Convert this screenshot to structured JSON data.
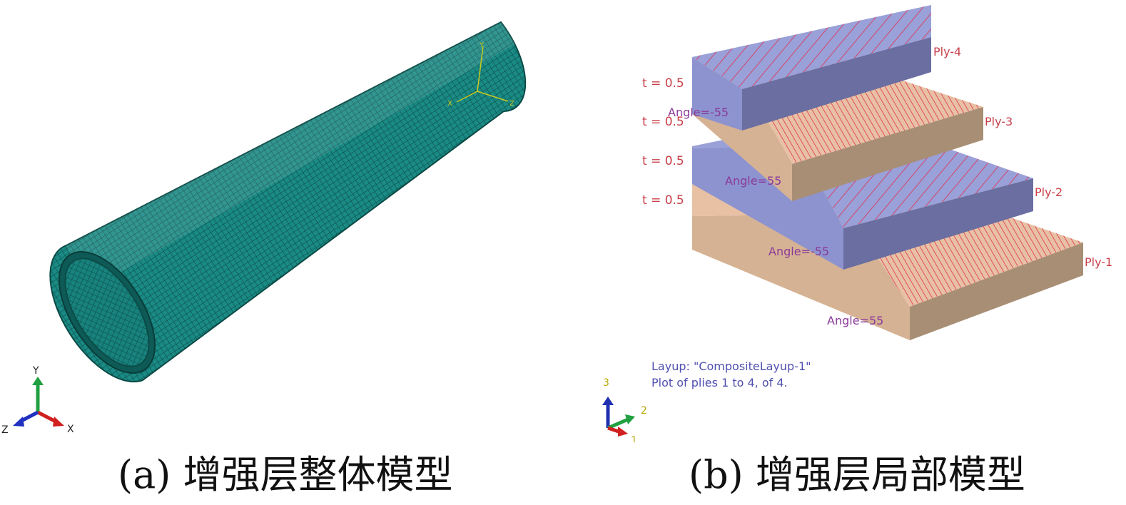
{
  "captions": {
    "a": "(a) 增强层整体模型",
    "b": "(b) 增强层局部模型"
  },
  "panel_a": {
    "mesh_color": "#17807a",
    "triad_global": {
      "y": "Y",
      "z": "Z",
      "x": "X"
    },
    "triad_local": {
      "y": "Y",
      "x": "X",
      "z": "Z"
    }
  },
  "panel_b": {
    "thickness_labels": [
      "t = 0.5",
      "t = 0.5",
      "t = 0.5",
      "t = 0.5"
    ],
    "plies": [
      {
        "name": "Ply-1",
        "angle": "Angle=55"
      },
      {
        "name": "Ply-2",
        "angle": "Angle=-55"
      },
      {
        "name": "Ply-3",
        "angle": "Angle=55"
      },
      {
        "name": "Ply-4",
        "angle": "Angle=-55"
      }
    ],
    "layup_text": "Layup: \"CompositeLayup-1\"",
    "plot_text": "Plot of plies 1 to 4, of 4.",
    "triad": {
      "three": "3",
      "two": "2",
      "one": "1"
    },
    "colors": {
      "blue_top": "#9aa0d8",
      "blue_front": "#8d93cf",
      "blue_side": "#6a6ea0",
      "tan_top": "#e8c1a4",
      "tan_front": "#d6b294",
      "tan_side": "#a88e74",
      "stripe": "#e03050"
    }
  }
}
